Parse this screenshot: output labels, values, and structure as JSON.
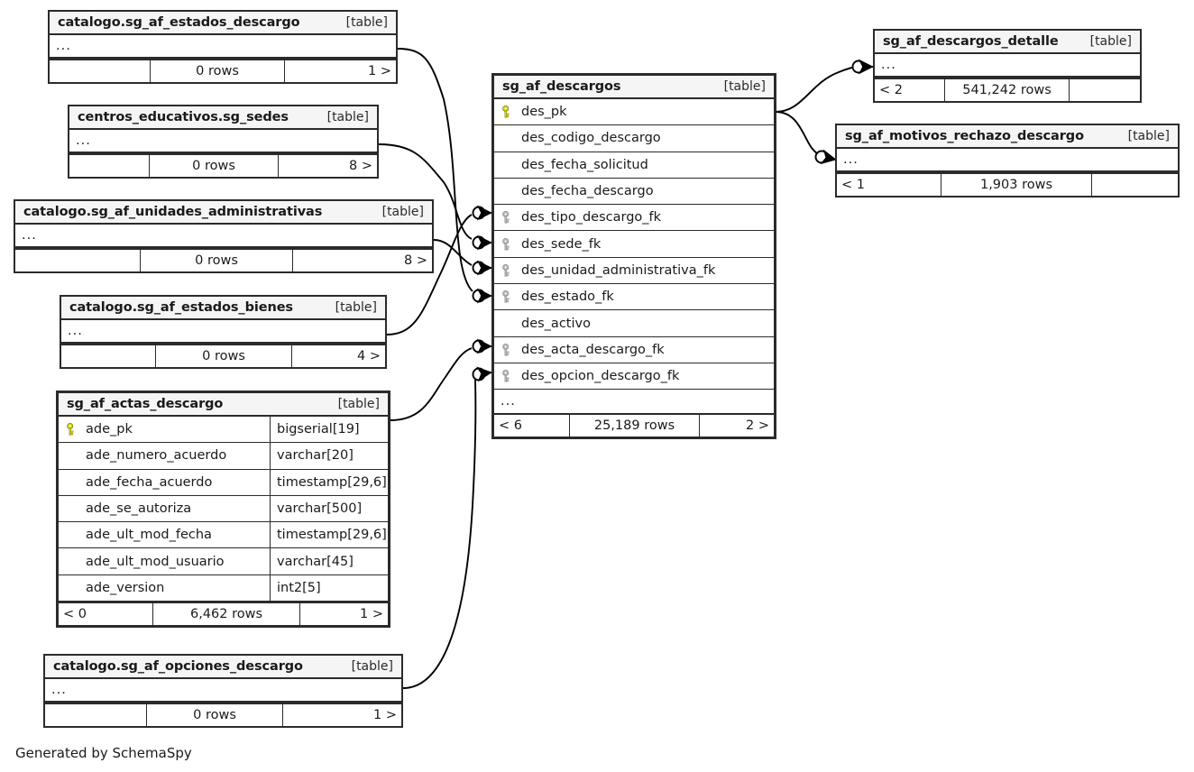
{
  "diagram": {
    "generator_note": "Generated by SchemaSpy",
    "table_tag": "[table]",
    "ellipsis": "...",
    "key_icon_pk": "key-icon-primary",
    "key_icon_fk": "key-icon-foreign",
    "colors": {
      "pk_key": "#d8d80f",
      "fk_key": "#b3b3b3",
      "border": "#2b2b2b",
      "header_bg": "#f5f5f5",
      "page_bg": "#ffffff"
    }
  },
  "tables": [
    {
      "id": "estados_descargo",
      "name": "catalogo.sg_af_estados_descargo",
      "tag": "[table]",
      "collapsed": true,
      "footer": {
        "left": "",
        "mid": "0 rows",
        "right": "1 >"
      }
    },
    {
      "id": "sg_sedes",
      "name": "centros_educativos.sg_sedes",
      "tag": "[table]",
      "collapsed": true,
      "footer": {
        "left": "",
        "mid": "0 rows",
        "right": "8 >"
      }
    },
    {
      "id": "unidades_administrativas",
      "name": "catalogo.sg_af_unidades_administrativas",
      "tag": "[table]",
      "collapsed": true,
      "footer": {
        "left": "",
        "mid": "0 rows",
        "right": "8 >"
      }
    },
    {
      "id": "estados_bienes",
      "name": "catalogo.sg_af_estados_bienes",
      "tag": "[table]",
      "collapsed": true,
      "footer": {
        "left": "",
        "mid": "0 rows",
        "right": "4 >"
      }
    },
    {
      "id": "actas_descargo",
      "name": "sg_af_actas_descargo",
      "tag": "[table]",
      "collapsed": false,
      "columns": [
        {
          "key": "pk",
          "name": "ade_pk",
          "type": "bigserial[19]"
        },
        {
          "key": "",
          "name": "ade_numero_acuerdo",
          "type": "varchar[20]"
        },
        {
          "key": "",
          "name": "ade_fecha_acuerdo",
          "type": "timestamp[29,6]"
        },
        {
          "key": "",
          "name": "ade_se_autoriza",
          "type": "varchar[500]"
        },
        {
          "key": "",
          "name": "ade_ult_mod_fecha",
          "type": "timestamp[29,6]"
        },
        {
          "key": "",
          "name": "ade_ult_mod_usuario",
          "type": "varchar[45]"
        },
        {
          "key": "",
          "name": "ade_version",
          "type": "int2[5]"
        }
      ],
      "footer": {
        "left": "< 0",
        "mid": "6,462 rows",
        "right": "1 >"
      }
    },
    {
      "id": "opciones_descargo",
      "name": "catalogo.sg_af_opciones_descargo",
      "tag": "[table]",
      "collapsed": true,
      "footer": {
        "left": "",
        "mid": "0 rows",
        "right": "1 >"
      }
    },
    {
      "id": "descargos",
      "name": "sg_af_descargos",
      "tag": "[table]",
      "collapsed": false,
      "trailing_ellipsis": true,
      "columns": [
        {
          "key": "pk",
          "name": "des_pk",
          "type": ""
        },
        {
          "key": "",
          "name": "des_codigo_descargo",
          "type": ""
        },
        {
          "key": "",
          "name": "des_fecha_solicitud",
          "type": ""
        },
        {
          "key": "",
          "name": "des_fecha_descargo",
          "type": ""
        },
        {
          "key": "fk",
          "name": "des_tipo_descargo_fk",
          "type": ""
        },
        {
          "key": "fk",
          "name": "des_sede_fk",
          "type": ""
        },
        {
          "key": "fk",
          "name": "des_unidad_administrativa_fk",
          "type": ""
        },
        {
          "key": "fk",
          "name": "des_estado_fk",
          "type": ""
        },
        {
          "key": "",
          "name": "des_activo",
          "type": ""
        },
        {
          "key": "fk",
          "name": "des_acta_descargo_fk",
          "type": ""
        },
        {
          "key": "fk",
          "name": "des_opcion_descargo_fk",
          "type": ""
        }
      ],
      "footer": {
        "left": "< 6",
        "mid": "25,189 rows",
        "right": "2 >"
      }
    },
    {
      "id": "descargos_detalle",
      "name": "sg_af_descargos_detalle",
      "tag": "[table]",
      "collapsed": true,
      "footer": {
        "left": "< 2",
        "mid": "541,242 rows",
        "right": ""
      }
    },
    {
      "id": "motivos_rechazo_descargo",
      "name": "sg_af_motivos_rechazo_descargo",
      "tag": "[table]",
      "collapsed": true,
      "footer": {
        "left": "< 1",
        "mid": "1,903 rows",
        "right": ""
      }
    }
  ],
  "relationships": [
    {
      "from": "estados_descargo",
      "to": "descargos.des_estado_fk"
    },
    {
      "from": "sg_sedes",
      "to": "descargos.des_sede_fk"
    },
    {
      "from": "unidades_administrativas",
      "to": "descargos.des_unidad_administrativa_fk"
    },
    {
      "from": "estados_bienes",
      "to": "descargos.des_tipo_descargo_fk"
    },
    {
      "from": "actas_descargo",
      "to": "descargos.des_acta_descargo_fk"
    },
    {
      "from": "opciones_descargo",
      "to": "descargos.des_opcion_descargo_fk"
    },
    {
      "from": "descargos.des_pk",
      "to": "descargos_detalle"
    },
    {
      "from": "descargos.des_pk",
      "to": "motivos_rechazo_descargo"
    }
  ]
}
